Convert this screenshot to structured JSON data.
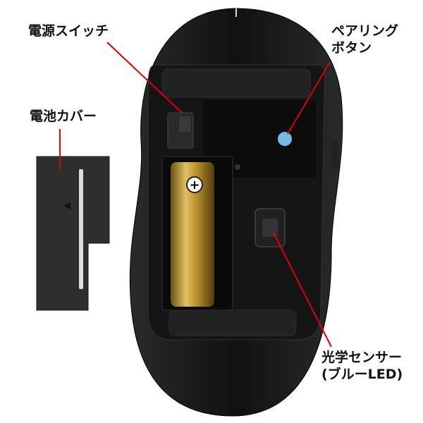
{
  "labels": {
    "power_switch": "電源スイッチ",
    "pairing_button_line1": "ペアリング",
    "pairing_button_line2": "ボタン",
    "battery_cover": "電池カバー",
    "optical_sensor_line1": "光学センサー",
    "optical_sensor_line2": "(ブルーLED)"
  },
  "colors": {
    "leader_line": "#e00000",
    "pairing_led": "#7ab8e6",
    "battery_gold": "#b8902a",
    "mouse_body": "#1a1a1a"
  }
}
